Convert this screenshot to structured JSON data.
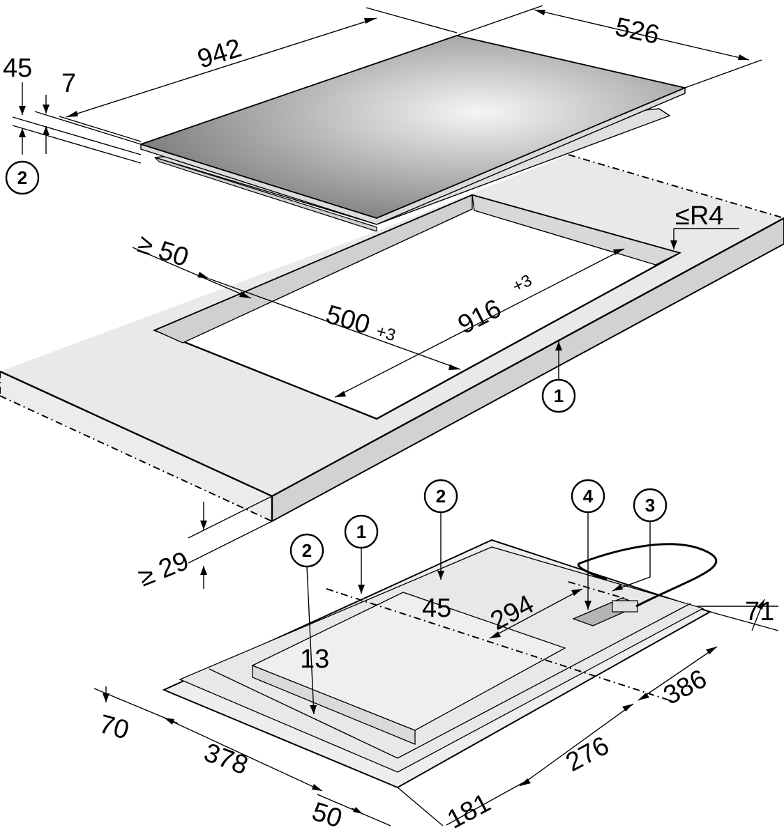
{
  "colors": {
    "line": "#000000",
    "worktop_top": "#e9e9e9",
    "worktop_edge": "#d2d2d2",
    "glass_light": "#f5f5f5",
    "glass_dark": "#6a6a6a",
    "background": "#ffffff"
  },
  "cooktop": {
    "width": "942",
    "depth": "526",
    "height_total": "45",
    "glass_thickness": "7",
    "callout": "2"
  },
  "cutout": {
    "min_edge_distance": "≥ 50",
    "depth_value": "500",
    "depth_tolerance": "+3",
    "width_value": "916",
    "width_tolerance": "+3",
    "corner_radius": "≤R4",
    "worktop_min_thickness": "≥ 29",
    "callout": "1"
  },
  "underside": {
    "callout_1": "1",
    "callout_2a": "2",
    "callout_2b": "2",
    "callout_3": "3",
    "callout_4": "4",
    "dim_45": "45",
    "dim_13": "13",
    "dim_294": "294",
    "dim_71": "71",
    "dim_386": "386",
    "dim_276": "276",
    "dim_181": "181",
    "dim_378": "378",
    "dim_70": "70",
    "dim_50": "50"
  }
}
